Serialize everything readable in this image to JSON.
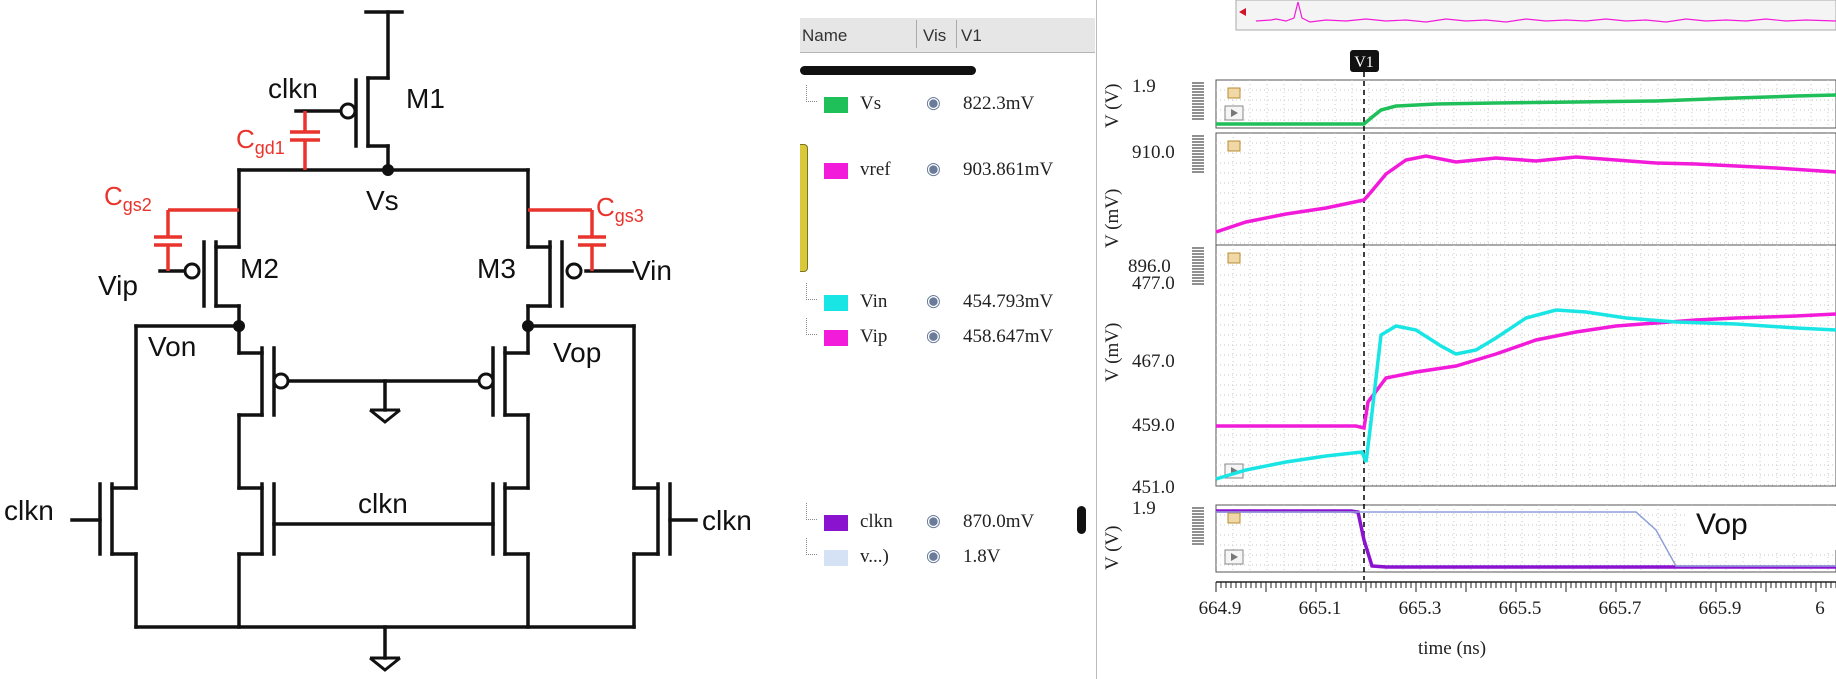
{
  "schematic": {
    "labels": {
      "m1": "M1",
      "m2": "M2",
      "m3": "M3",
      "clkn_top": "clkn",
      "clkn_left": "clkn",
      "clkn_right": "clkn",
      "clkn_mid": "clkn",
      "vs": "Vs",
      "vip": "Vip",
      "vin": "Vin",
      "von": "Von",
      "vop": "Vop",
      "cgd1_main": "C",
      "cgd1_sub": "gd1",
      "cgs2_main": "C",
      "cgs2_sub": "gs2",
      "cgs3_main": "C",
      "cgs3_sub": "gs3"
    },
    "colors": {
      "wire": "#111111",
      "parasitic": "#e8342c"
    }
  },
  "waveform_viewer": {
    "header": {
      "name": "Name",
      "vis": "Vis",
      "v1": "V1"
    },
    "signals": [
      {
        "name": "Vs",
        "value": "822.3mV",
        "color": "#1fbf5a"
      },
      {
        "name": "vref",
        "value": "903.861mV",
        "color": "#f21bd9"
      },
      {
        "name": "Vin",
        "value": "454.793mV",
        "color": "#19e5e5"
      },
      {
        "name": "Vip",
        "value": "458.647mV",
        "color": "#f21bd9"
      },
      {
        "name": "clkn",
        "value": "870.0mV",
        "color": "#8a13cf"
      },
      {
        "name": "v...)",
        "value": "1.8V",
        "color": "#d5e2f5"
      }
    ],
    "cursor_label": "V1",
    "overlay_text": "Vop",
    "panels": [
      {
        "ylabel": "V (V)",
        "ticks": [
          "1.9"
        ]
      },
      {
        "ylabel": "V (mV)",
        "ticks": [
          "910.0",
          "896.0"
        ]
      },
      {
        "ylabel": "V (mV)",
        "ticks": [
          "477.0",
          "467.0",
          "459.0",
          "451.0"
        ]
      },
      {
        "ylabel": "V (V)",
        "ticks": [
          "1.9"
        ]
      }
    ],
    "x_axis": {
      "label": "time (ns)",
      "ticks": [
        "664.9",
        "665.1",
        "665.3",
        "665.5",
        "665.7",
        "665.9",
        "6"
      ]
    },
    "colors": {
      "grid": "#c8c8c8",
      "axis": "#222222",
      "cursor": "#000000"
    }
  }
}
